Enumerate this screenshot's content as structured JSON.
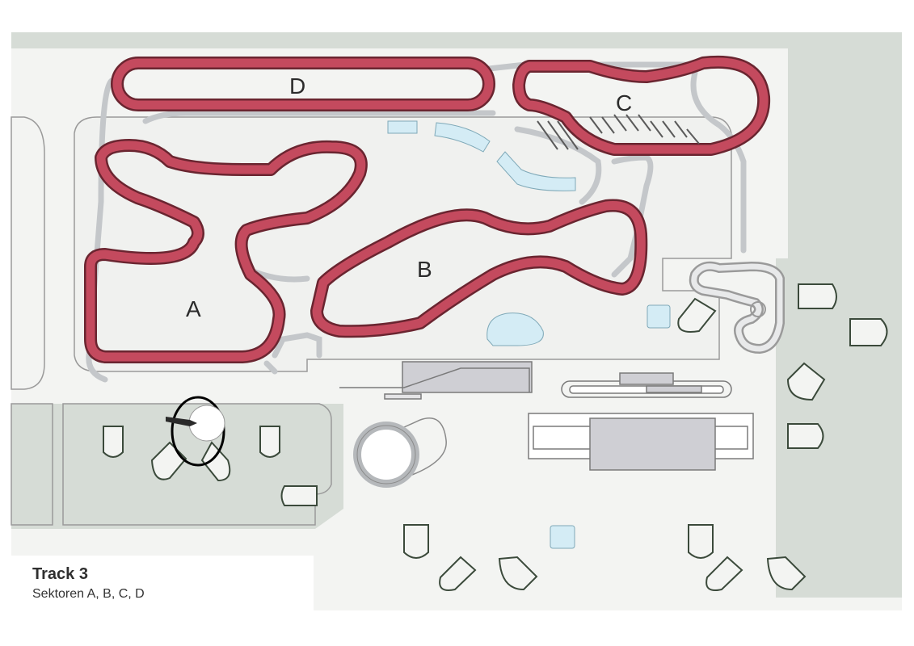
{
  "map": {
    "title": "Track 3",
    "subtitle": "Sektoren A, B, C, D",
    "sectors": [
      {
        "id": "A",
        "label": "A"
      },
      {
        "id": "B",
        "label": "B"
      },
      {
        "id": "C",
        "label": "C"
      },
      {
        "id": "D",
        "label": "D"
      }
    ],
    "colors": {
      "track": "#c44a5e",
      "track_edge": "#6a2530",
      "ground": "#d6dcd6",
      "infield": "#f3f4f2",
      "paths": "#c4c7ca",
      "water": "#d4ecf5",
      "buildings": "#cfcfd4",
      "marker": "#000000"
    },
    "marker": {
      "shape": "ellipse",
      "has_arrow_icon": true
    }
  }
}
